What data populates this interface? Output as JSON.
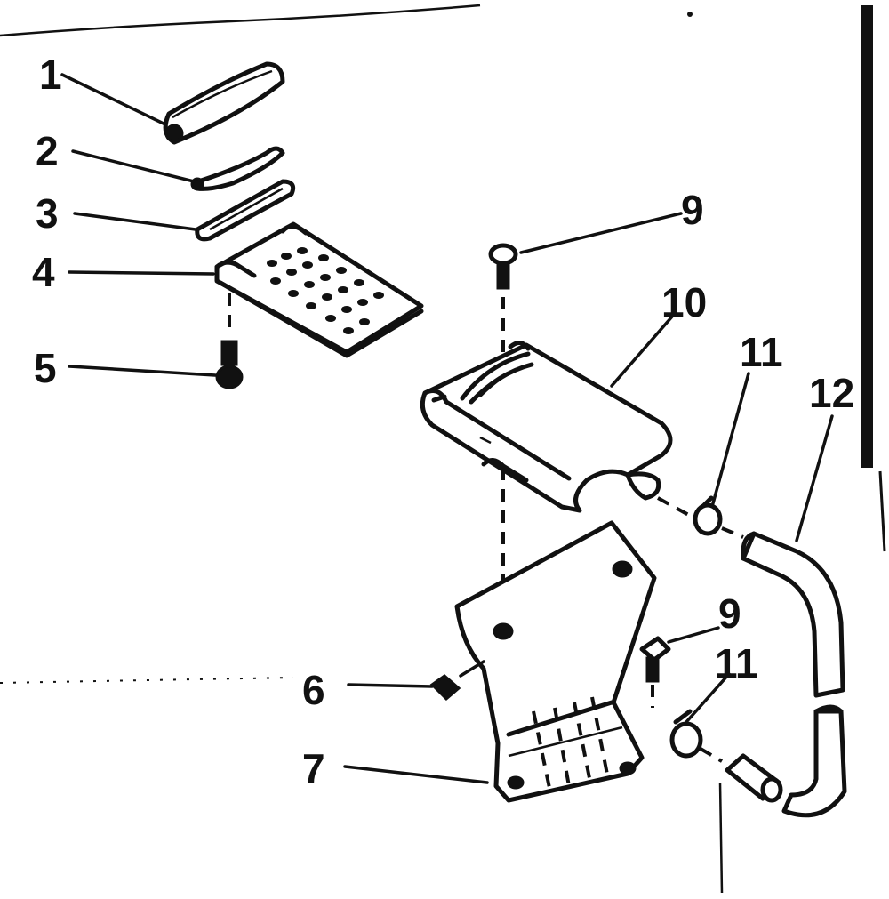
{
  "callouts": {
    "c1": "1",
    "c2": "2",
    "c3": "3",
    "c4": "4",
    "c5": "5",
    "c6": "6",
    "c7": "7",
    "c9a": "9",
    "c9b": "9",
    "c10": "10",
    "c11a": "11",
    "c11b": "11",
    "c12": "12"
  }
}
